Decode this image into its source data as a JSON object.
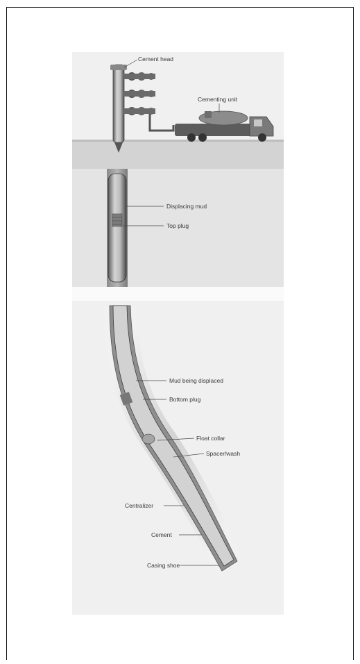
{
  "diagram": {
    "labels": {
      "cement_head": "Cement head",
      "cementing_unit": "Cementing unit",
      "displacing_mud": "Displacing mud",
      "top_plug": "Top plug",
      "mud_being_displaced": "Mud being displaced",
      "bottom_plug": "Bottom plug",
      "float_collar": "Float collar",
      "spacer_wash": "Spacer/wash",
      "centralizer": "Centralizer",
      "cement": "Cement",
      "casing_shoe": "Casing shoe"
    }
  }
}
